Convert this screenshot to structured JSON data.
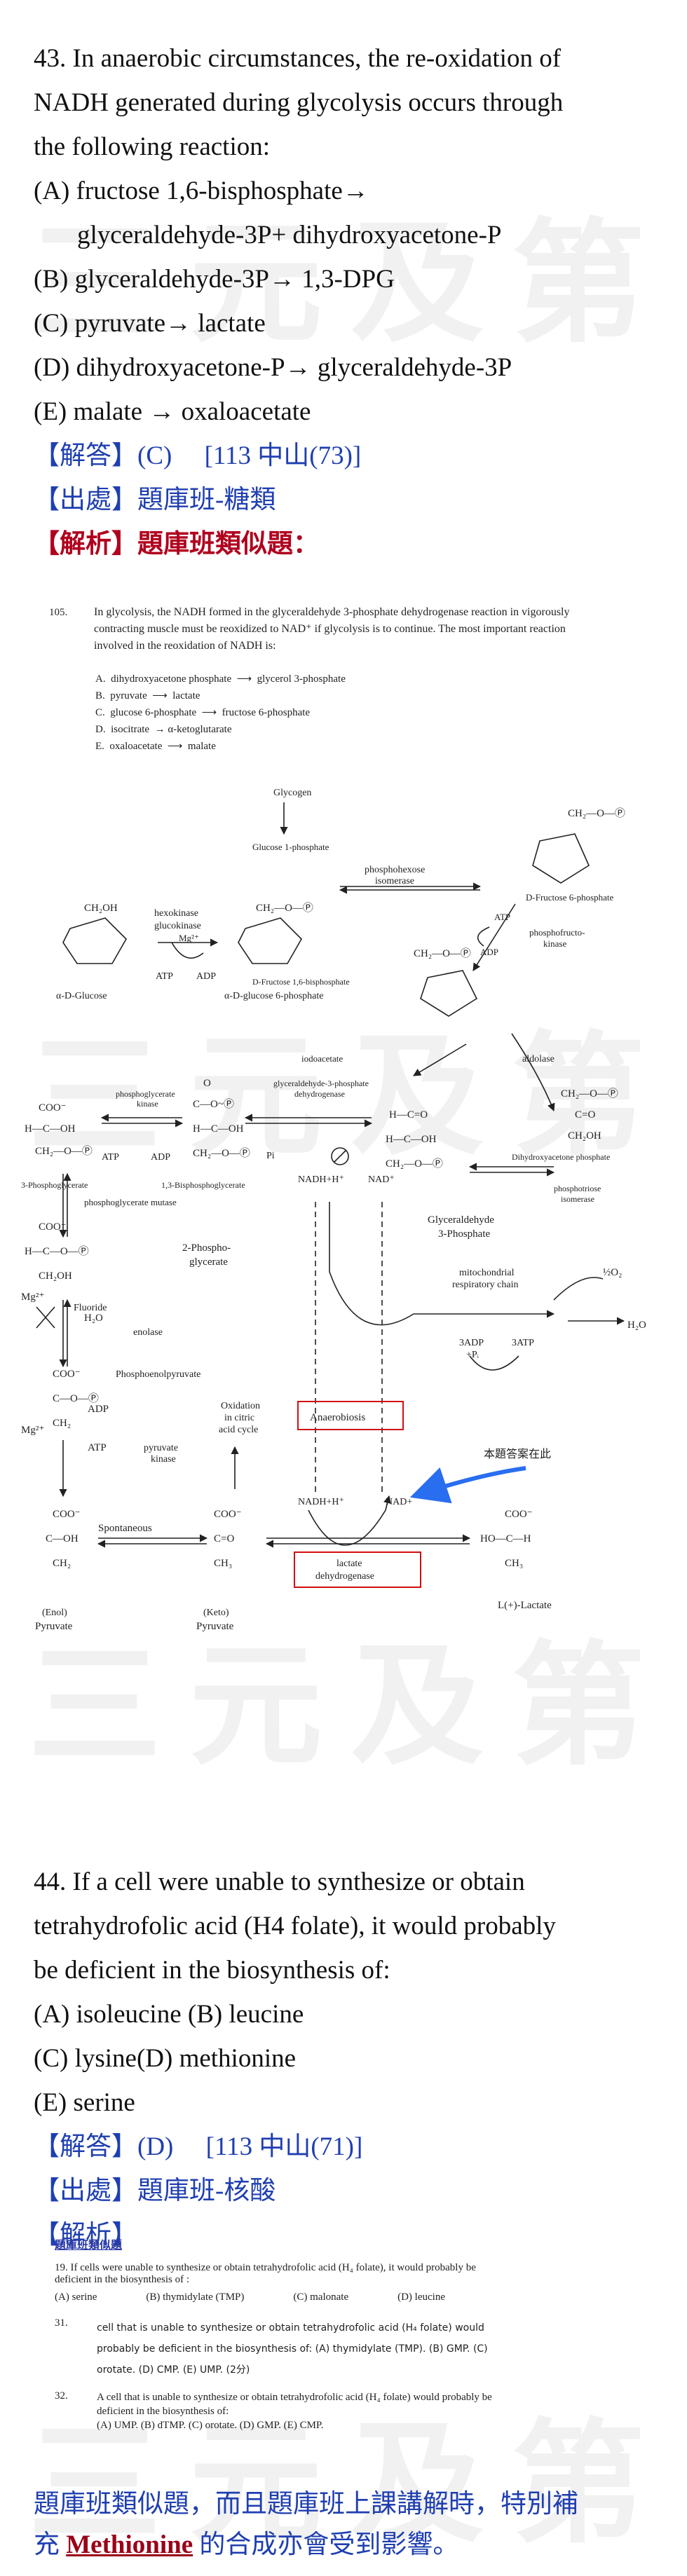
{
  "watermark": "三元及第",
  "q43": {
    "stem_l1": "43. In anaerobic circumstances, the re-oxidation of",
    "stem_l2": "NADH generated during glycolysis occurs through",
    "stem_l3": "the following reaction:",
    "opt_a1": "(A) fructose 1,6-bisphosphate→",
    "opt_a2": "glyceraldehyde-3P+ dihydroxyacetone-P",
    "opt_b": "(B) glyceraldehyde-3P→ 1,3-DPG",
    "opt_c": "(C) pyruvate→ lactate",
    "opt_d": "(D) dihydroxyacetone-P→ glyceraldehyde-3P",
    "opt_e": "(E) malate → oxaloacetate",
    "answer_tag": "【解答】",
    "answer": "(C)",
    "answer_src": "[113 中山(73)]",
    "source_tag": "【出處】",
    "source": "題庫班-糖類",
    "analysis_tag": "【解析】",
    "analysis": "題庫班類似題："
  },
  "scan105": {
    "num": "105.",
    "text1": "In glycolysis, the NADH formed in the glyceraldehyde 3-phosphate dehydrogenase reaction in vigorously",
    "text2": "contracting muscle must be reoxidized to NAD⁺ if glycolysis is to continue. The most important reaction",
    "text3": "involved in the reoxidation of NADH is:",
    "options": [
      {
        "label": "A.",
        "left": "dihydroxyacetone phosphate",
        "right": "glycerol 3-phosphate"
      },
      {
        "label": "B.",
        "left": "pyruvate",
        "right": "lactate"
      },
      {
        "label": "C.",
        "left": "glucose 6-phosphate",
        "right": "fructose 6-phosphate"
      },
      {
        "label": "D.",
        "left": "isocitrate",
        "right": "α-ketoglutarate"
      },
      {
        "label": "E.",
        "left": "oxaloacetate",
        "right": "malate"
      }
    ]
  },
  "diagram": {
    "glycogen": "Glycogen",
    "g1p": "Glucose 1-phosphate",
    "hexokinase": "hexokinase",
    "glucokinase": "glucokinase",
    "mg": "Mg²⁺",
    "atp": "ATP",
    "adp": "ADP",
    "aglucose": "α-D-Glucose",
    "ag6p": "α-D-glucose 6-phosphate",
    "phi1": "phosphohexose",
    "phi2": "isomerase",
    "f6p": "D-Fructose 6-phosphate",
    "pfk1": "phosphofructo-",
    "pfk2": "kinase",
    "f16bp": "D-Fructose 1,6-bisphosphate",
    "aldolase": "aldolase",
    "dhap": "Dihydroxyacetone phosphate",
    "tpi1": "phosphotriose",
    "tpi2": "isomerase",
    "iodo": "iodoacetate",
    "gapdh1": "glyceraldehyde-3-phosphate",
    "gapdh2": "dehydrogenase",
    "pgk1": "phosphoglycerate",
    "pgk2": "kinase",
    "pg3": "3-Phosphoglycerate",
    "bpg": "1,3-Bisphosphoglycerate",
    "nadh": "NADH+H⁺",
    "nad": "NAD⁺",
    "pi": "Pi",
    "g3p1": "Glyceraldehyde",
    "g3p2": "3-Phosphate",
    "mito1": "mitochondrial",
    "mito2": "respiratory chain",
    "half_o2": "½O₂",
    "h2o": "H₂O",
    "adp3": "3ADP",
    "pi3": "+Pᵢ",
    "atp3": "3ATP",
    "pgm": "phosphoglycerate mutase",
    "pg2a": "2-Phospho-",
    "pg2b": "glycerate",
    "fluoride": "Fluoride",
    "enolase": "enolase",
    "pep": "Phosphoenolpyruvate",
    "anaerobiosis": "Anaerobiosis",
    "oxid1": "Oxidation",
    "oxid2": "in citric",
    "oxid3": "acid cycle",
    "answer_here": "本題答案在此",
    "pk1": "pyruvate",
    "pk2": "kinase",
    "spont": "Spontaneous",
    "enol": "(Enol)",
    "pyruvate": "Pyruvate",
    "keto": "(Keto)",
    "ldh1": "lactate",
    "ldh2": "dehydrogenase",
    "nadh2": "NADH+H⁺",
    "nad2": "NAD+",
    "lactate": "L(+)-Lactate"
  },
  "q44": {
    "stem_l1": "44. If a cell were unable to synthesize or obtain",
    "stem_l2": "tetrahydrofolic acid (H4 folate), it would probably",
    "stem_l3": "be deficient in the biosynthesis of:",
    "opt_ab": "(A) isoleucine (B) leucine",
    "opt_cd": "(C) lysine(D) methionine",
    "opt_e": "(E) serine",
    "answer_tag": "【解答】",
    "answer": "(D)",
    "answer_src": "[113 中山(71)]",
    "source_tag": "【出處】",
    "source": "題庫班-核酸",
    "analysis_tag": "【解析】"
  },
  "q44scan": {
    "header": "題庫班類似題",
    "s19_1": "19. If cells were unable to synthesize or obtain tetrahydrofolic acid (H₄ folate), it would probably be",
    "s19_2": "deficient in the biosynthesis of :",
    "s19_a": "(A) serine",
    "s19_b": "(B) thymidylate (TMP)",
    "s19_c": "(C) malonate",
    "s19_d": "(D) leucine",
    "s31_num": "31.",
    "s31_1": "cell that is unable to synthesize or obtain tetrahydrofolic acid (H₄ folate) would",
    "s31_2": "probably be deficient in the biosynthesis of:  (A) thymidylate (TMP). (B) GMP. (C)",
    "s31_3": "orotate. (D) CMP. (E) UMP. (2分)",
    "s32_num": "32.",
    "s32_1": "A cell that is unable to synthesize or obtain tetrahydrofolic acid (H₄ folate) would probably be",
    "s32_2": "deficient in the biosynthesis of:",
    "s32_3": "(A) UMP. (B) dTMP. (C) orotate. (D) GMP. (E) CMP."
  },
  "footer": {
    "line1": "題庫班類似題，而且題庫班上課講解時，特別補",
    "line2_pre": "充 ",
    "methionine": "Methionine",
    "line2_post": " 的合成亦會受到影響。"
  }
}
